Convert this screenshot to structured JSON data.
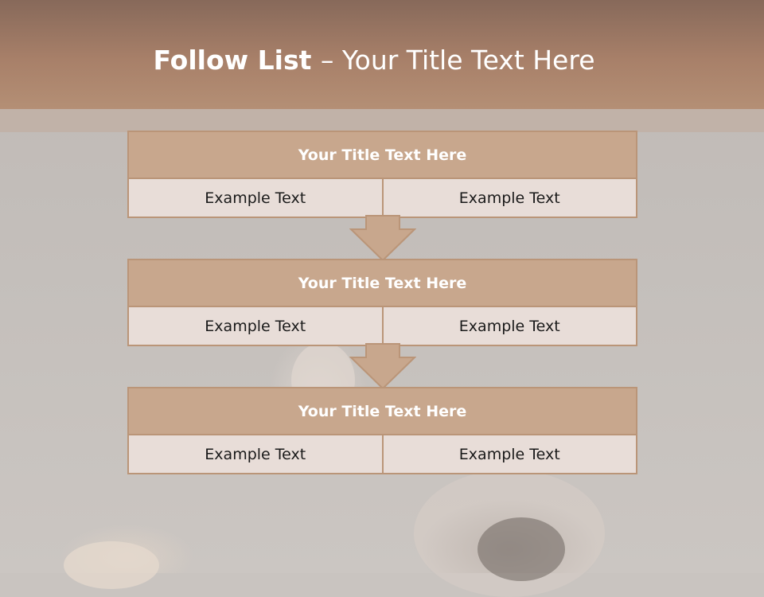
{
  "slide": {
    "title_bold": "Follow List ",
    "title_rest": " – Your Title Text Here"
  },
  "steps": [
    {
      "title": "Your Title Text Here",
      "left": "Example Text",
      "right": "Example Text"
    },
    {
      "title": "Your Title Text Here",
      "left": "Example Text",
      "right": "Example Text"
    },
    {
      "title": "Your Title Text Here",
      "left": "Example Text",
      "right": "Example Text"
    }
  ],
  "colors": {
    "header": "#a88069",
    "box_border": "#ba9578",
    "box_head": "#c8a78d",
    "cell_bg": "#e8ddd8",
    "arrow_fill": "#c8a78d"
  }
}
